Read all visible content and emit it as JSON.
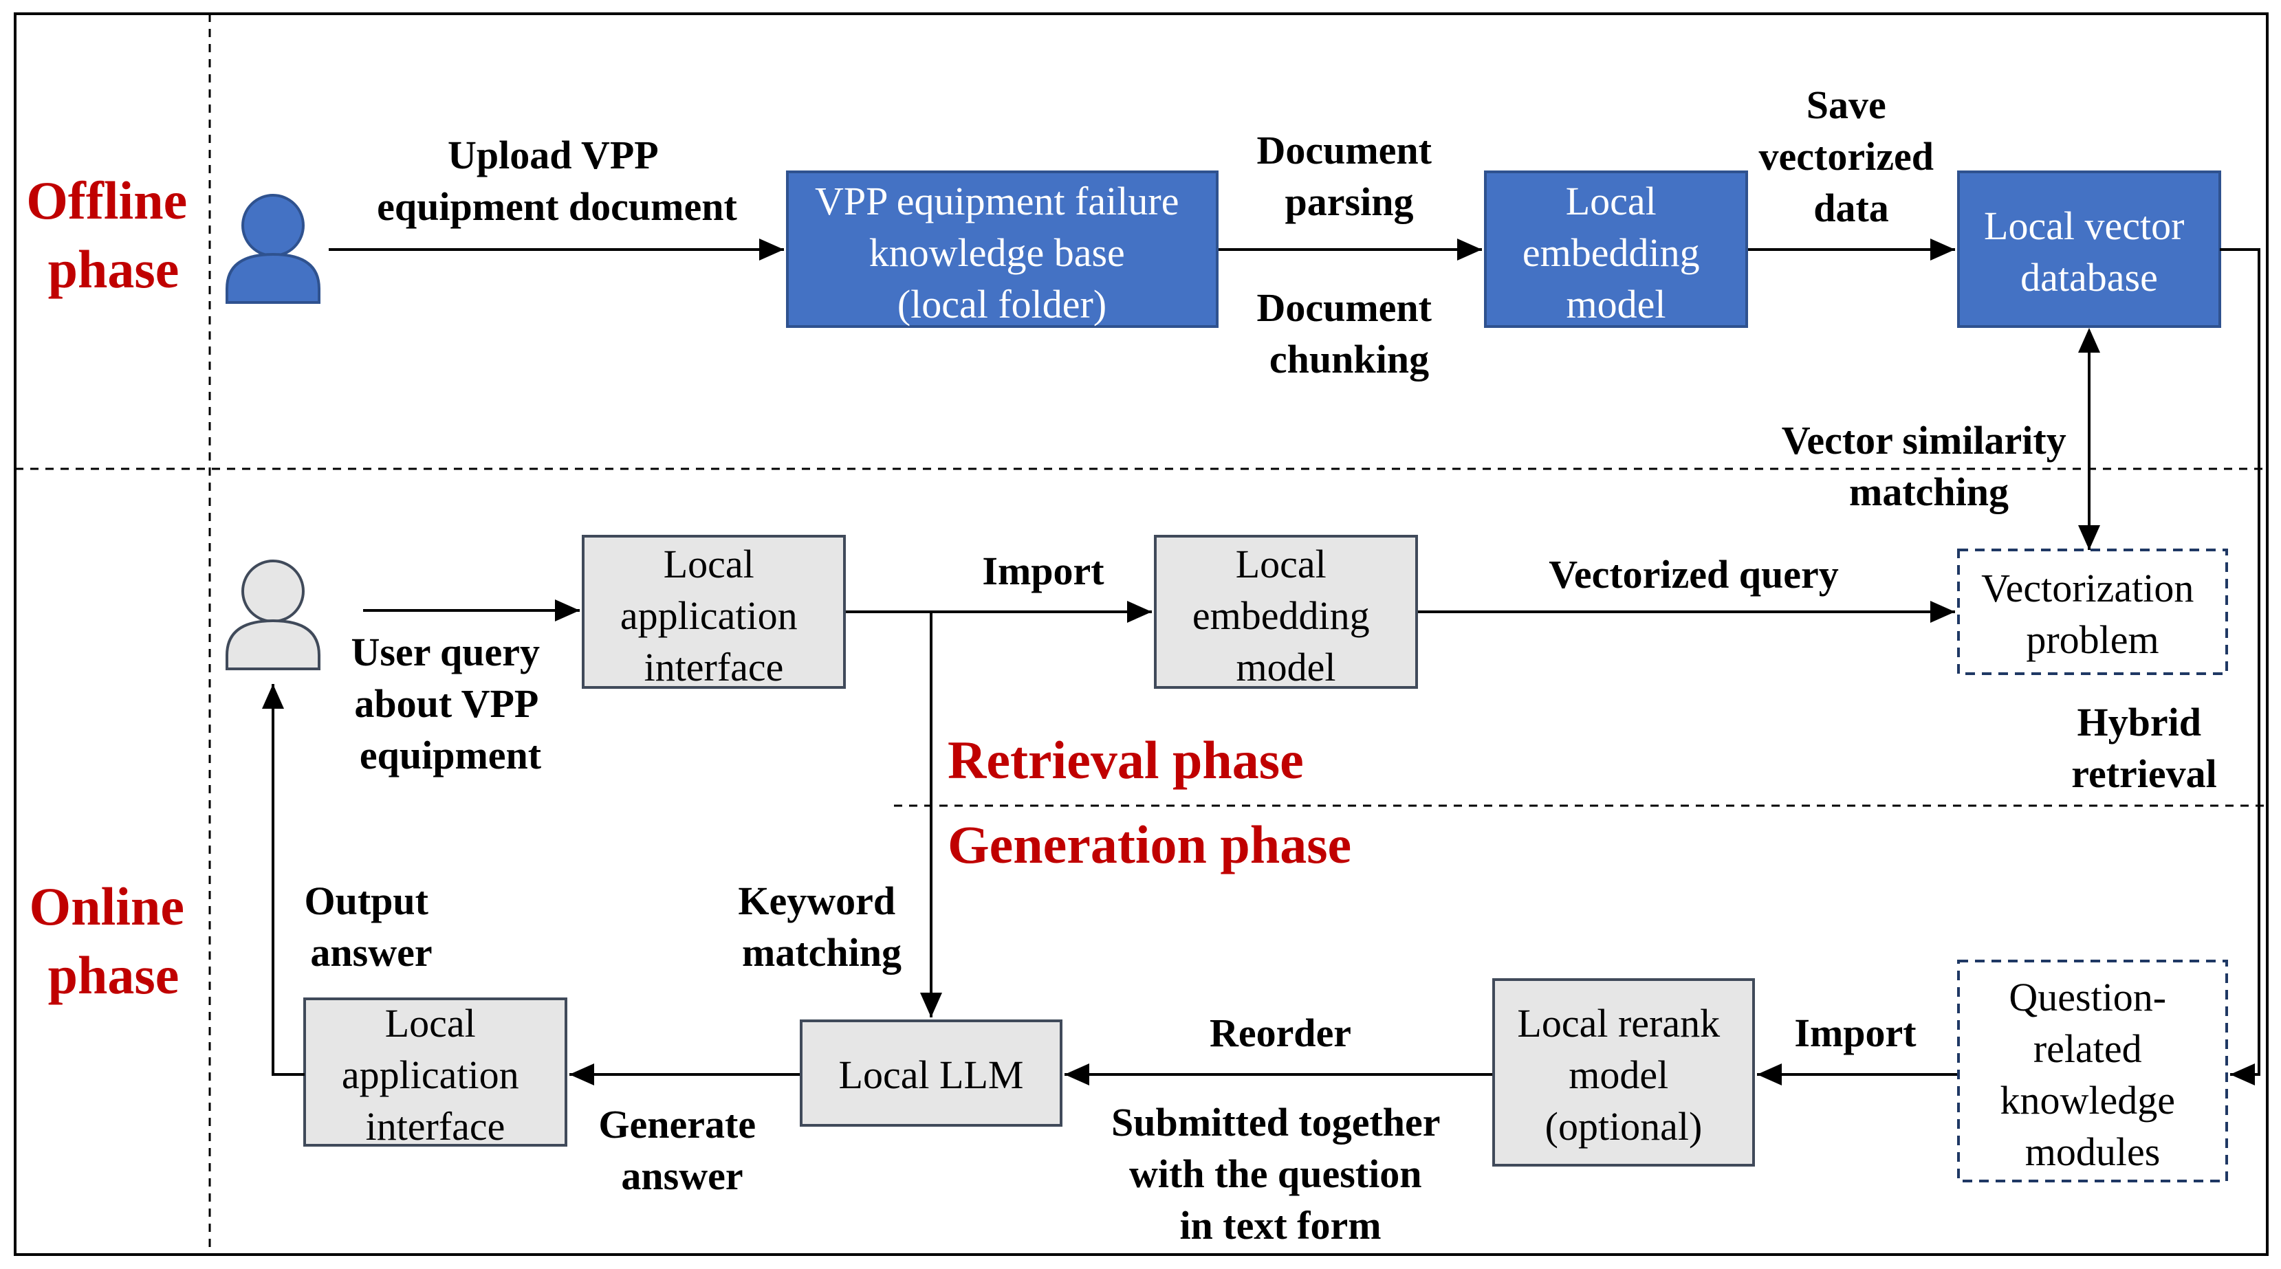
{
  "phases": {
    "offline": [
      "Offline",
      "phase"
    ],
    "online": [
      "Online",
      "phase"
    ],
    "retrieval": "Retrieval phase",
    "generation": "Generation phase"
  },
  "boxes": {
    "kb": [
      "VPP equipment failure",
      "knowledge base",
      "(local folder)"
    ],
    "embed_off": [
      "Local",
      "embedding",
      "model"
    ],
    "vectordb": [
      "Local vector",
      "database"
    ],
    "app_top": [
      "Local",
      "application",
      "interface"
    ],
    "embed_on": [
      "Local",
      "embedding",
      "model"
    ],
    "vecproblem": [
      "Vectorization",
      "problem"
    ],
    "app_bottom": [
      "Local",
      "application",
      "interface"
    ],
    "llm": [
      "Local LLM"
    ],
    "rerank": [
      "Local rerank",
      "model",
      "(optional)"
    ],
    "qmodules": [
      "Question-",
      "related",
      "knowledge",
      "modules"
    ]
  },
  "labels": {
    "upload": [
      "Upload VPP",
      "equipment document"
    ],
    "doc_parsing": [
      "Document",
      "parsing"
    ],
    "doc_chunking": [
      "Document",
      "chunking"
    ],
    "save": [
      "Save",
      "vectorized",
      "data"
    ],
    "vec_sim": [
      "Vector similarity",
      "matching"
    ],
    "import_top": [
      "Import"
    ],
    "vec_query": [
      "Vectorized query"
    ],
    "user_query": [
      "User query",
      "about VPP",
      "equipment"
    ],
    "hybrid": [
      "Hybrid",
      "retrieval"
    ],
    "output": [
      "Output",
      "answer"
    ],
    "keyword": [
      "Keyword",
      "matching"
    ],
    "reorder": [
      "Reorder"
    ],
    "import_bottom": [
      "Import"
    ],
    "generate": [
      "Generate",
      "answer"
    ],
    "submitted": [
      "Submitted together",
      "with the question",
      "in text form"
    ]
  },
  "icons": {
    "offline_user": "user-icon-blue",
    "online_user": "user-icon-gray"
  },
  "colors": {
    "phase_text": "#c00000",
    "blue_box": "#4472c4",
    "gray_box": "#e6e6e6"
  }
}
